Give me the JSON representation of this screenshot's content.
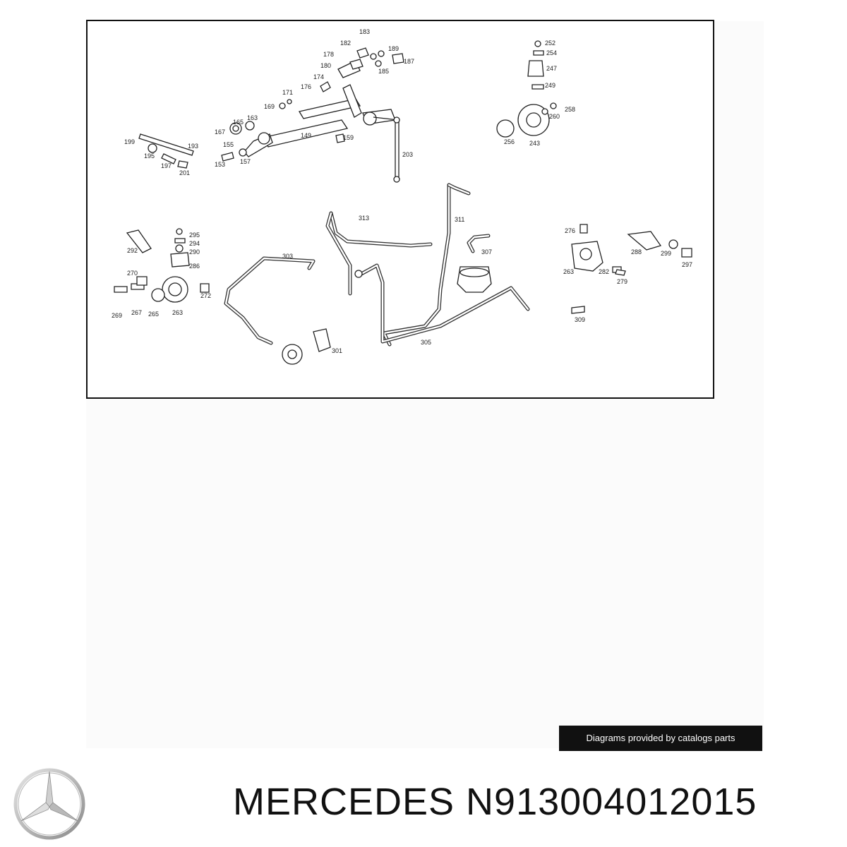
{
  "diagram": {
    "callouts": [
      {
        "id": "c183",
        "text": "183"
      },
      {
        "id": "c182",
        "text": "182"
      },
      {
        "id": "c189",
        "text": "189"
      },
      {
        "id": "c178",
        "text": "178"
      },
      {
        "id": "c187",
        "text": "187"
      },
      {
        "id": "c180",
        "text": "180"
      },
      {
        "id": "c185",
        "text": "185"
      },
      {
        "id": "c174",
        "text": "174"
      },
      {
        "id": "c176",
        "text": "176"
      },
      {
        "id": "c171",
        "text": "171"
      },
      {
        "id": "c169",
        "text": "169"
      },
      {
        "id": "c165",
        "text": "165"
      },
      {
        "id": "c163",
        "text": "163"
      },
      {
        "id": "c167",
        "text": "167"
      },
      {
        "id": "c149",
        "text": "149"
      },
      {
        "id": "c159",
        "text": "159"
      },
      {
        "id": "c199",
        "text": "199"
      },
      {
        "id": "c193",
        "text": "193"
      },
      {
        "id": "c155",
        "text": "155"
      },
      {
        "id": "c195",
        "text": "195"
      },
      {
        "id": "c197",
        "text": "197"
      },
      {
        "id": "c201",
        "text": "201"
      },
      {
        "id": "c153",
        "text": "153"
      },
      {
        "id": "c157",
        "text": "157"
      },
      {
        "id": "c203",
        "text": "203"
      },
      {
        "id": "c252",
        "text": "252"
      },
      {
        "id": "c254",
        "text": "254"
      },
      {
        "id": "c247",
        "text": "247"
      },
      {
        "id": "c249",
        "text": "249"
      },
      {
        "id": "c258",
        "text": "258"
      },
      {
        "id": "c260",
        "text": "260"
      },
      {
        "id": "c256",
        "text": "256"
      },
      {
        "id": "c243",
        "text": "243"
      },
      {
        "id": "c313",
        "text": "313"
      },
      {
        "id": "c311",
        "text": "311"
      },
      {
        "id": "c295",
        "text": "295"
      },
      {
        "id": "c294",
        "text": "294"
      },
      {
        "id": "c292",
        "text": "292"
      },
      {
        "id": "c290",
        "text": "290"
      },
      {
        "id": "c286",
        "text": "286"
      },
      {
        "id": "c303",
        "text": "303"
      },
      {
        "id": "c307",
        "text": "307"
      },
      {
        "id": "c270",
        "text": "270"
      },
      {
        "id": "c272",
        "text": "272"
      },
      {
        "id": "c269",
        "text": "269"
      },
      {
        "id": "c267",
        "text": "267"
      },
      {
        "id": "c265",
        "text": "265"
      },
      {
        "id": "c263a",
        "text": "263"
      },
      {
        "id": "c276",
        "text": "276"
      },
      {
        "id": "c288",
        "text": "288"
      },
      {
        "id": "c299",
        "text": "299"
      },
      {
        "id": "c297",
        "text": "297"
      },
      {
        "id": "c263b",
        "text": "263"
      },
      {
        "id": "c282",
        "text": "282"
      },
      {
        "id": "c279",
        "text": "279"
      },
      {
        "id": "c309",
        "text": "309"
      },
      {
        "id": "c305",
        "text": "305"
      },
      {
        "id": "c301",
        "text": "301"
      }
    ]
  },
  "credit": "Diagrams provided by catalogs parts",
  "brand_line": "MERCEDES N913004012015",
  "logo_icon": "mercedes-star-icon",
  "colors": {
    "credit_bg": "#111111",
    "text": "#111111"
  }
}
